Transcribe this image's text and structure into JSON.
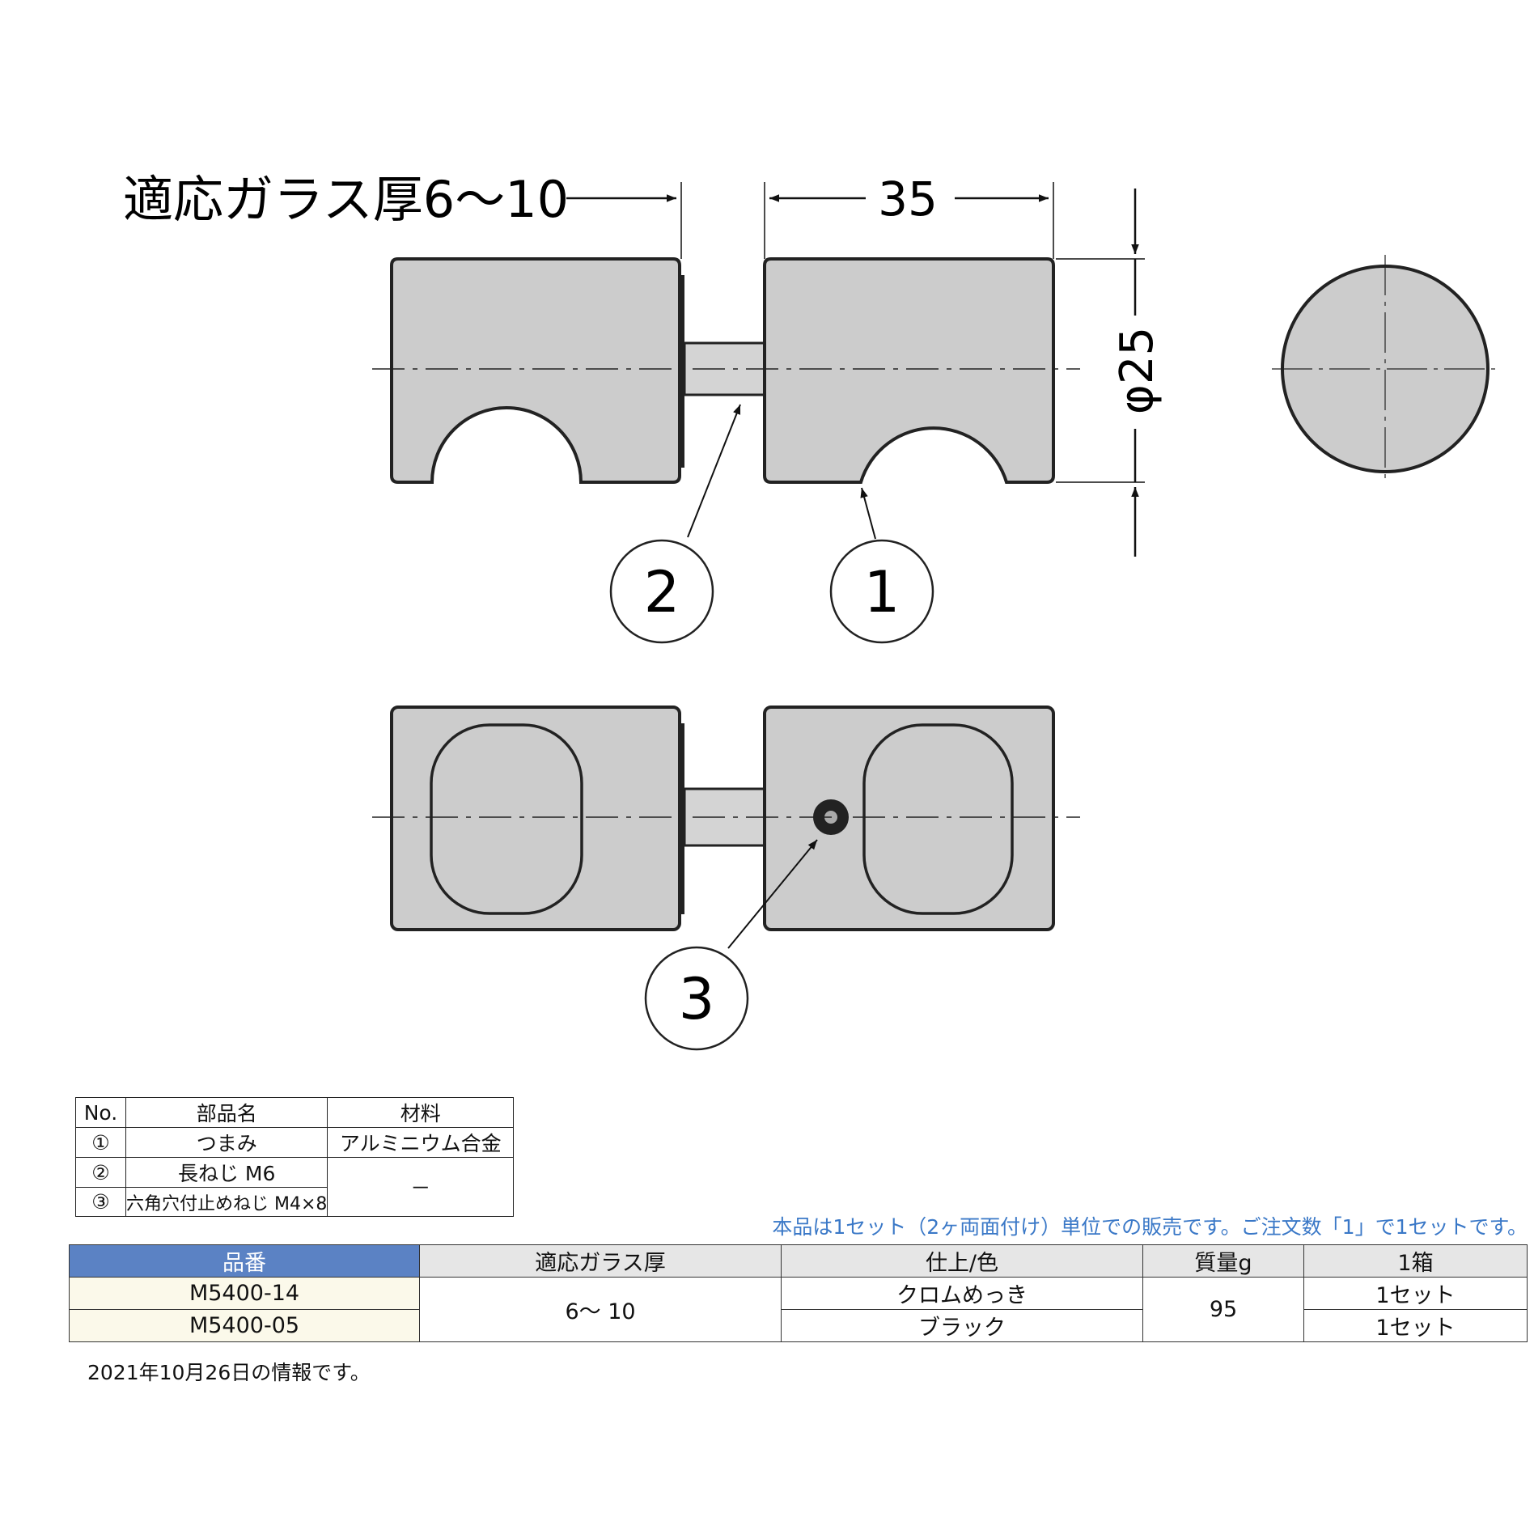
{
  "diagram": {
    "glass_label": "適応ガラス厚6～10",
    "dim_length": "35",
    "dim_diameter": "φ25",
    "callouts": [
      "2",
      "1",
      "3"
    ]
  },
  "parts_table": {
    "headers": [
      "No.",
      "部品名",
      "材料"
    ],
    "rows": [
      {
        "no": "①",
        "name": "つまみ",
        "material": "アルミニウム合金"
      },
      {
        "no": "②",
        "name": "長ねじ M6"
      },
      {
        "no": "③",
        "name": "六角穴付止めねじ M4×8"
      }
    ],
    "merged_material": "－"
  },
  "note": "本品は1セット（2ヶ両面付け）単位での販売です。ご注文数「1」で1セットです。",
  "spec_table": {
    "headers": [
      "品番",
      "適応ガラス厚",
      "仕上/色",
      "質量g",
      "1箱"
    ],
    "rows": [
      {
        "part": "M5400-14",
        "finish": "クロムめっき",
        "box": "1セット"
      },
      {
        "part": "M5400-05",
        "finish": "ブラック",
        "box": "1セット"
      }
    ],
    "glass": "6～ 10",
    "mass": "95"
  },
  "date_note": "2021年10月26日の情報です。",
  "colors": {
    "part_fill": "#cccccc",
    "outline": "#222222",
    "header_blue": "#5b82c4",
    "note_blue": "#3a78c7"
  }
}
